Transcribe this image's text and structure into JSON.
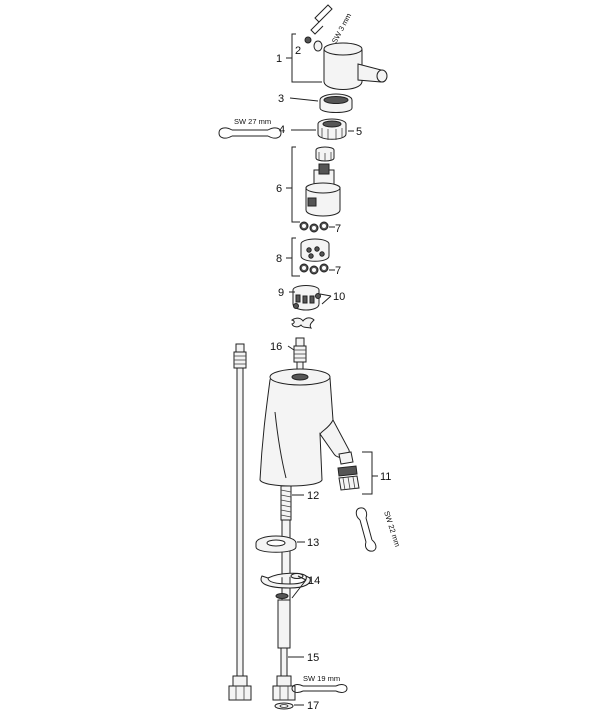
{
  "callouts": {
    "c1": "1",
    "c2": "2",
    "c3": "3",
    "c4": "4",
    "c5": "5",
    "c6": "6",
    "c7a": "7",
    "c7b": "7",
    "c8": "8",
    "c9": "9",
    "c10": "10",
    "c11": "11",
    "c12": "12",
    "c13": "13",
    "c14": "14",
    "c15": "15",
    "c16": "16",
    "c17": "17"
  },
  "tools": {
    "hex_key": "SW 3 mm",
    "wrench_27": "SW 27 mm",
    "wrench_22": "SW 22 mm",
    "wrench_19": "SW 19 mm"
  }
}
